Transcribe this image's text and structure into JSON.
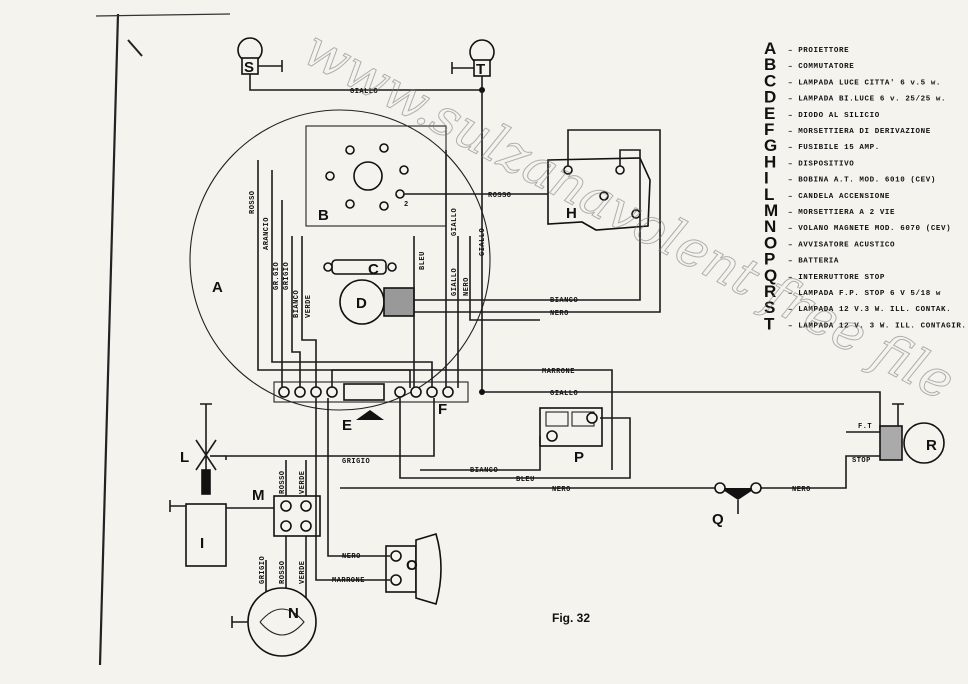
{
  "figure_caption": "Fig. 32",
  "watermark": "www.sulzanavolent free file",
  "components": {
    "A": "A",
    "B": "B",
    "C": "C",
    "D": "D",
    "E": "E",
    "F": "F",
    "H": "H",
    "I": "I",
    "L": "L",
    "M": "M",
    "N": "N",
    "O": "O",
    "P": "P",
    "Q": "Q",
    "R": "R",
    "S": "S",
    "T": "T"
  },
  "terminal_labels": {
    "h_num": "2",
    "f_t": "F.T",
    "stop": "STOP"
  },
  "legend": [
    {
      "letter": "A",
      "text": "– PROIETTORE"
    },
    {
      "letter": "B",
      "text": "– COMMUTATORE"
    },
    {
      "letter": "C",
      "text": "– LAMPADA LUCE CITTA' 6 v.5 w."
    },
    {
      "letter": "D",
      "text": "– LAMPADA BI.LUCE 6 v. 25/25 w."
    },
    {
      "letter": "E",
      "text": "– DIODO AL SILICIO"
    },
    {
      "letter": "F",
      "text": "– MORSETTIERA DI DERIVAZIONE"
    },
    {
      "letter": "G",
      "text": "– FUSIBILE 15 AMP."
    },
    {
      "letter": "H",
      "text": "– DISPOSITIVO"
    },
    {
      "letter": "I",
      "text": "– BOBINA A.T. MOD. 6010 (CEV)"
    },
    {
      "letter": "L",
      "text": "– CANDELA ACCENSIONE"
    },
    {
      "letter": "M",
      "text": "– MORSETTIERA A 2 VIE"
    },
    {
      "letter": "N",
      "text": "– VOLANO MAGNETE MOD. 6070 (CEV)"
    },
    {
      "letter": "O",
      "text": "– AVVISATORE ACUSTICO"
    },
    {
      "letter": "P",
      "text": "– BATTERIA"
    },
    {
      "letter": "Q",
      "text": "– INTERRUTTORE STOP"
    },
    {
      "letter": "R",
      "text": "– LAMPADA F.P. STOP 6 V 5/18 w"
    },
    {
      "letter": "S",
      "text": "– LAMPADA 12 V.3 W. ILL. CONTAK."
    },
    {
      "letter": "T",
      "text": "– LAMPADA 12 V. 3 W. ILL. CONTAGIR."
    }
  ],
  "wire_labels": {
    "giallo_top": "GIALLO",
    "rosso_v": "ROSSO",
    "arancio_v": "ARANCIO",
    "grigio_v": "GRIGIO",
    "grigio_v2": "GR.GIO",
    "bianco_v": "BIANCO",
    "verde_v": "VERDE",
    "bleu_v": "BLEU",
    "giallo_v1": "GIALLO",
    "giallo_v2": "GIALLO",
    "giallo_v3": "GIALLO",
    "nero_v": "NERO",
    "rosso_h": "ROSSO",
    "bianco_h": "BIANCO",
    "nero_h": "NERO",
    "marrone_h": "MARRONE",
    "giallo_h": "GIALLO",
    "grigio_h": "GRIGIO",
    "bianco_h2": "BIANCO",
    "bleu_h": "BLEU",
    "nero_h2": "NERO",
    "nero_h3": "NERO",
    "nero_o": "NERO",
    "marrone_o": "MARRONE",
    "rosso_m": "ROSSO",
    "verde_m": "VERDE",
    "grigio_n": "GRIGIO",
    "rosso_n": "ROSSO",
    "verde_n": "VERDE"
  }
}
